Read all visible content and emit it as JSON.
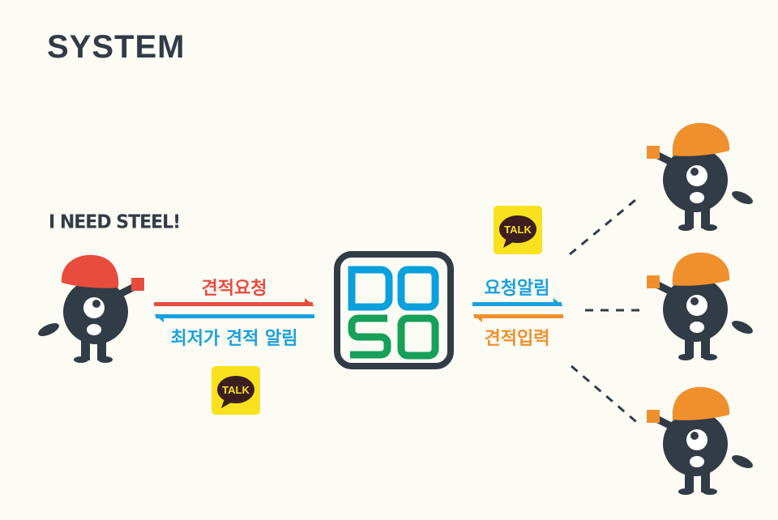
{
  "title": "SYSTEM",
  "requester": {
    "shout": "I NEED STEEL!",
    "hat_color": "#e84c3d"
  },
  "left_flow": {
    "request_label": "견적요청",
    "response_label": "최저가 견적 알림"
  },
  "right_flow": {
    "notify_label": "요청알림",
    "input_label": "견적입력"
  },
  "logo": {
    "letters": [
      "D",
      "O",
      "S",
      "O"
    ],
    "top_color": "#0aa0dc",
    "bottom_color": "#16a05a"
  },
  "kakao": {
    "label": "TALK"
  },
  "suppliers": {
    "count": 3,
    "hat_color": "#f0902d"
  },
  "colors": {
    "red": "#e84c3d",
    "blue": "#1aa0dc",
    "orange": "#f0902d",
    "dark": "#323c46"
  }
}
